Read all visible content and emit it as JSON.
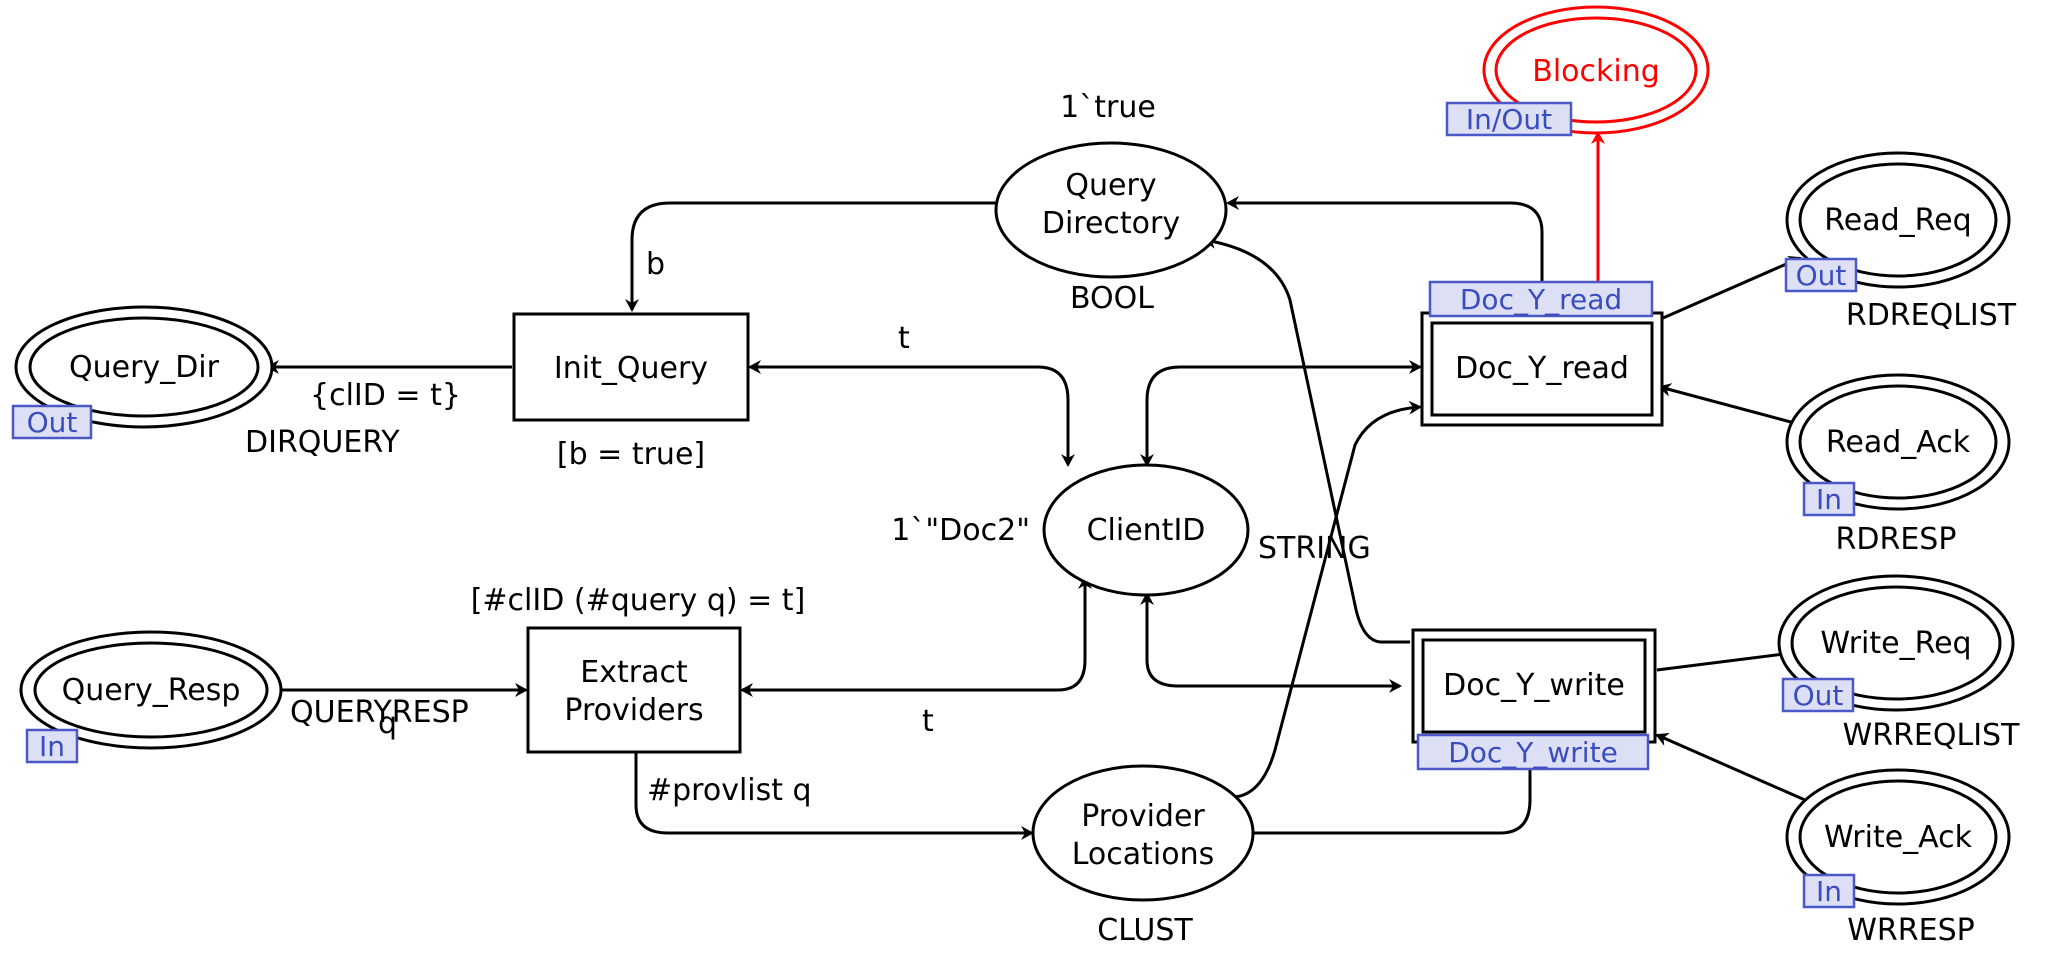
{
  "places": {
    "query_directory": {
      "line1": "Query",
      "line2": "Directory",
      "marking": "1`true",
      "type": "BOOL"
    },
    "client_id": {
      "name": "ClientID",
      "marking": "1`\"Doc2\"",
      "type": "STRING"
    },
    "provider_locations": {
      "line1": "Provider",
      "line2": "Locations",
      "type": "CLUST"
    },
    "query_dir": {
      "name": "Query_Dir",
      "port": "Out",
      "type": "DIRQUERY"
    },
    "query_resp": {
      "name": "Query_Resp",
      "port": "In",
      "type": "QUERYRESP"
    },
    "blocking": {
      "name": "Blocking",
      "port": "In/Out"
    },
    "read_req": {
      "name": "Read_Req",
      "port": "Out",
      "type": "RDREQLIST"
    },
    "read_ack": {
      "name": "Read_Ack",
      "port": "In",
      "type": "RDRESP"
    },
    "write_req": {
      "name": "Write_Req",
      "port": "Out",
      "type": "WRREQLIST"
    },
    "write_ack": {
      "name": "Write_Ack",
      "port": "In",
      "type": "WRRESP"
    }
  },
  "transitions": {
    "init_query": {
      "name": "Init_Query",
      "guard": "[b = true]"
    },
    "extract_providers": {
      "line1": "Extract",
      "line2": "Providers",
      "guard": "[#clID (#query q) = t]"
    },
    "doc_y_read": {
      "name": "Doc_Y_read",
      "subpage_tag": "Doc_Y_read"
    },
    "doc_y_write": {
      "name": "Doc_Y_write",
      "subpage_tag": "Doc_Y_write"
    }
  },
  "arc_labels": {
    "b": "b",
    "t_top": "t",
    "t_bottom": "t",
    "clid": "{clID = t}",
    "q": "q",
    "provlist": "#provlist q"
  },
  "colors": {
    "blocking": "#ff0000",
    "port_fill": "#dde0f5",
    "port_stroke": "#4a58c8",
    "port_text": "#3a4dbf"
  }
}
